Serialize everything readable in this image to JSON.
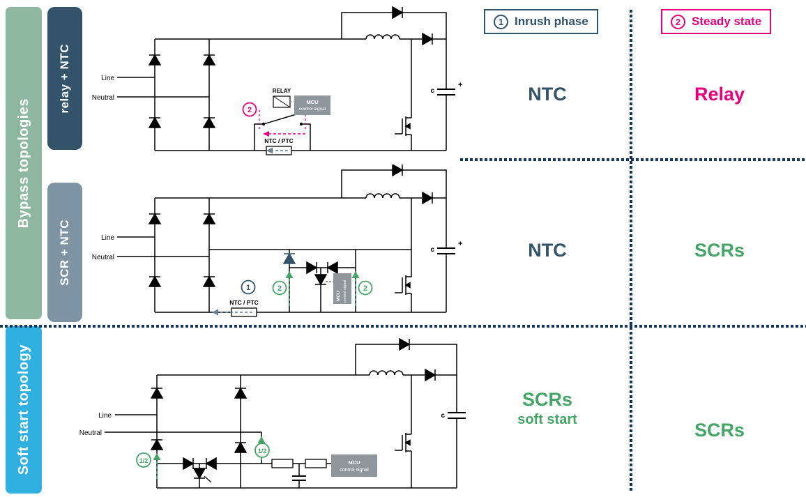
{
  "banners": {
    "bypass": {
      "label": "Bypass topologies",
      "bg": "#8db89f"
    },
    "soft_start": {
      "label": "Soft start topology",
      "bg": "#2fb0e0"
    }
  },
  "topology_tags": {
    "relay_ntc": {
      "label": "relay + NTC",
      "bg": "#33536b"
    },
    "scr_ntc": {
      "label": "SCR + NTC",
      "bg": "#7e93a4"
    }
  },
  "legend": {
    "inrush": {
      "number": "1",
      "label": "Inrush phase",
      "color": "#33536b"
    },
    "steady": {
      "number": "2",
      "label": "Steady state",
      "color": "#e6007e"
    }
  },
  "results": {
    "row1": {
      "inrush": "NTC",
      "steady": "Relay"
    },
    "row2": {
      "inrush": "NTC",
      "steady": "SCRs"
    },
    "row3": {
      "inrush_top": "SCRs",
      "inrush_sub": "soft start",
      "steady": "SCRs"
    }
  },
  "circuit_labels": {
    "line": "Line",
    "neutral": "Neutral",
    "relay": "RELAY",
    "mcu_line1": "MCU",
    "mcu_line2": "control signal",
    "ntc": "NTC / PTC",
    "cap": "c",
    "plus": "+",
    "badge_1": "1",
    "badge_2": "2",
    "badge_12": "1/2"
  },
  "colors": {
    "navy": "#33536b",
    "magenta": "#e6007e",
    "green": "#44a567",
    "banner_green": "#8db89f",
    "banner_blue": "#2fb0e0",
    "tag_gray": "#7e93a4",
    "dotted_line": "#14365c",
    "mcu_gray": "#8f969c"
  }
}
